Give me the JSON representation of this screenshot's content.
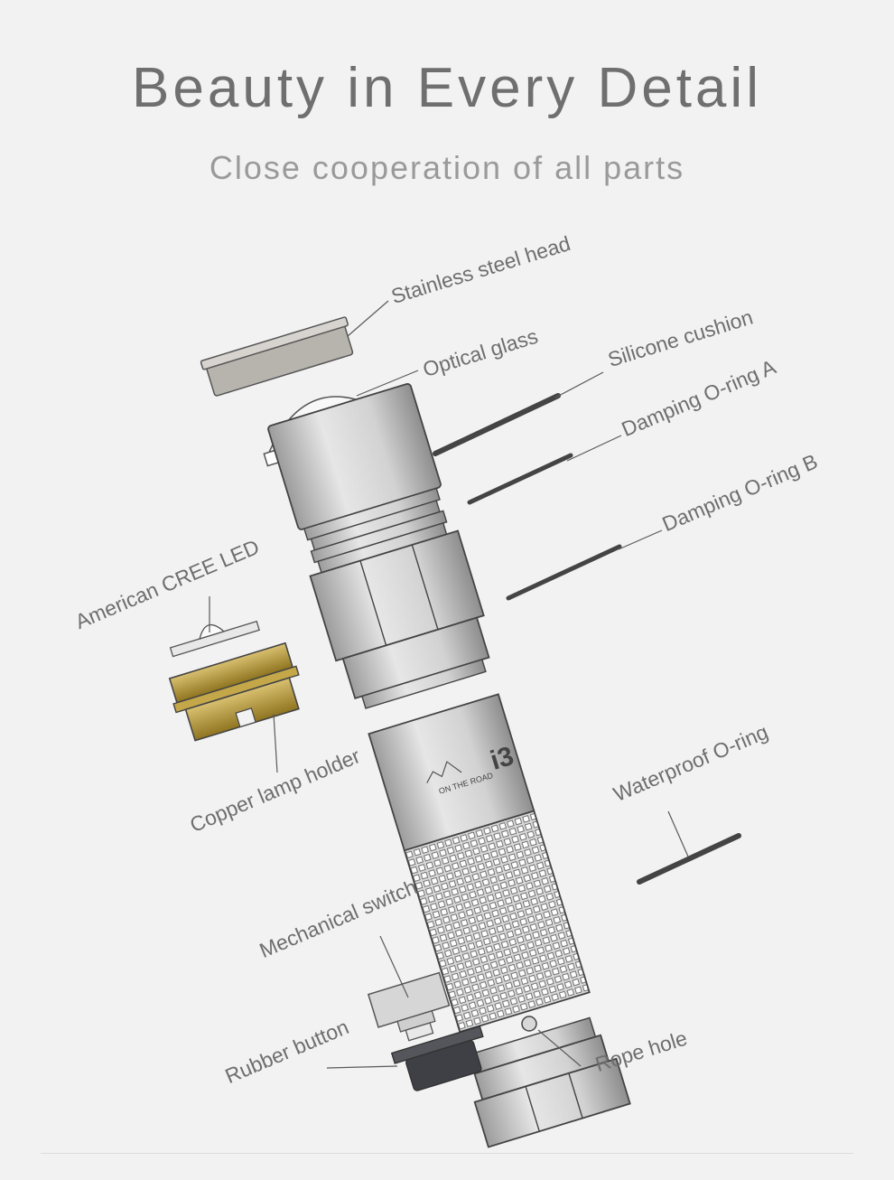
{
  "heading": {
    "title": "Beauty in Every Detail",
    "subtitle": "Close cooperation of all parts"
  },
  "product": {
    "model": "i3",
    "brand_mark": "ON THE ROAD"
  },
  "parts": [
    "Stainless steel head",
    "Optical glass",
    "Silicone cushion",
    "Damping O-ring A",
    "Damping O-ring B",
    "American CREE LED",
    "Copper lamp holder",
    "Waterproof O-ring",
    "Mechanical switch",
    "Rubber button",
    "Rope hole"
  ],
  "colors": {
    "background": "#f2f2f2",
    "title": "#6f6f6f",
    "label": "#6e6e6e",
    "aluminum": "#c9c9c9",
    "copper": "#b89a35",
    "rubber": "#3f4046"
  }
}
